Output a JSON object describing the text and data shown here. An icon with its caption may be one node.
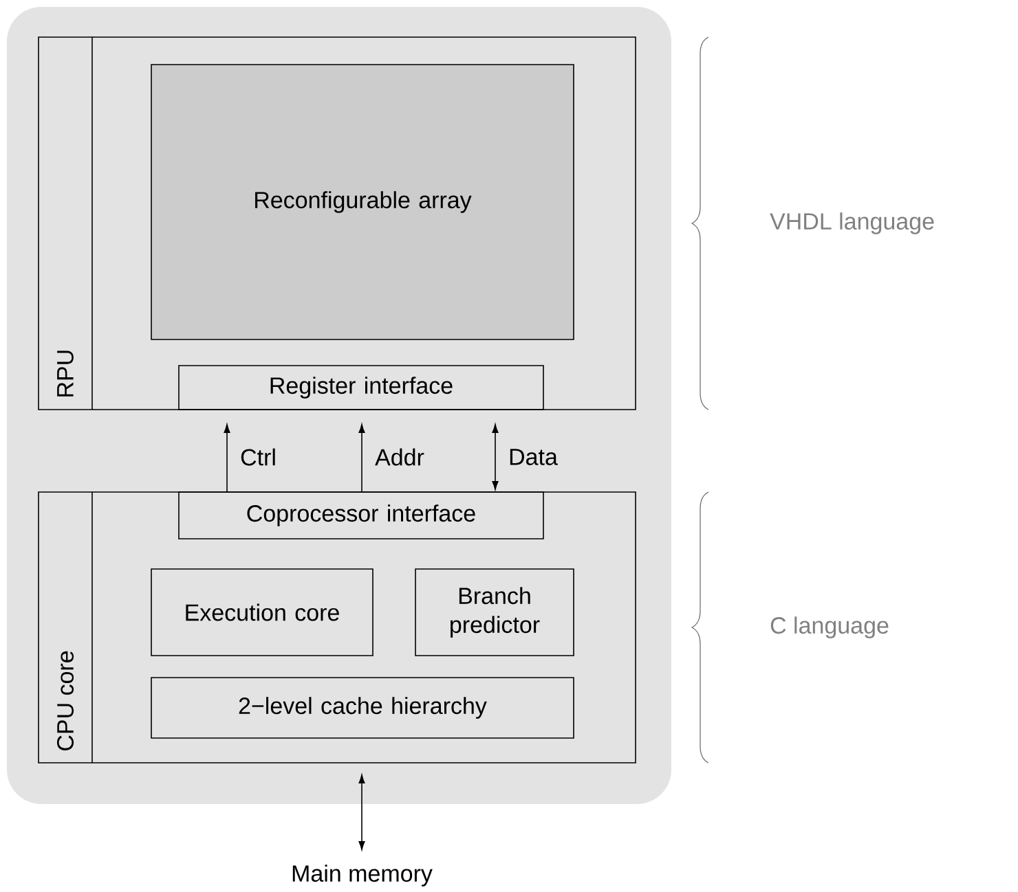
{
  "diagram": {
    "nodes": [
      {
        "text": [
          "RPU"
        ]
      },
      {
        "text": [
          "Reconfigurable array"
        ],
        "in": 0
      },
      {
        "text": [
          "Register interface"
        ],
        "in": 0
      },
      {
        "text": [
          "CPU core"
        ]
      },
      {
        "text": [
          "Coprocessor interface"
        ],
        "in": 3
      },
      {
        "text": [
          "Execution core"
        ],
        "in": 3
      },
      {
        "text": [
          "Branch predictor"
        ],
        "in": 3
      },
      {
        "text": [
          "2−level cache hierarchy"
        ],
        "in": 3
      },
      {
        "text": [
          "Main memory"
        ]
      }
    ],
    "edges": [
      {
        "from": 4,
        "to": 2,
        "arrow": "to",
        "label": "Ctrl"
      },
      {
        "from": 4,
        "to": 2,
        "arrow": "to",
        "label": "Addr"
      },
      {
        "from": 4,
        "to": 2,
        "arrow": "both",
        "label": "Data"
      },
      {
        "from": 3,
        "to": 8,
        "arrow": "both"
      }
    ],
    "labels": [
      "VHDL language",
      "C language"
    ]
  }
}
